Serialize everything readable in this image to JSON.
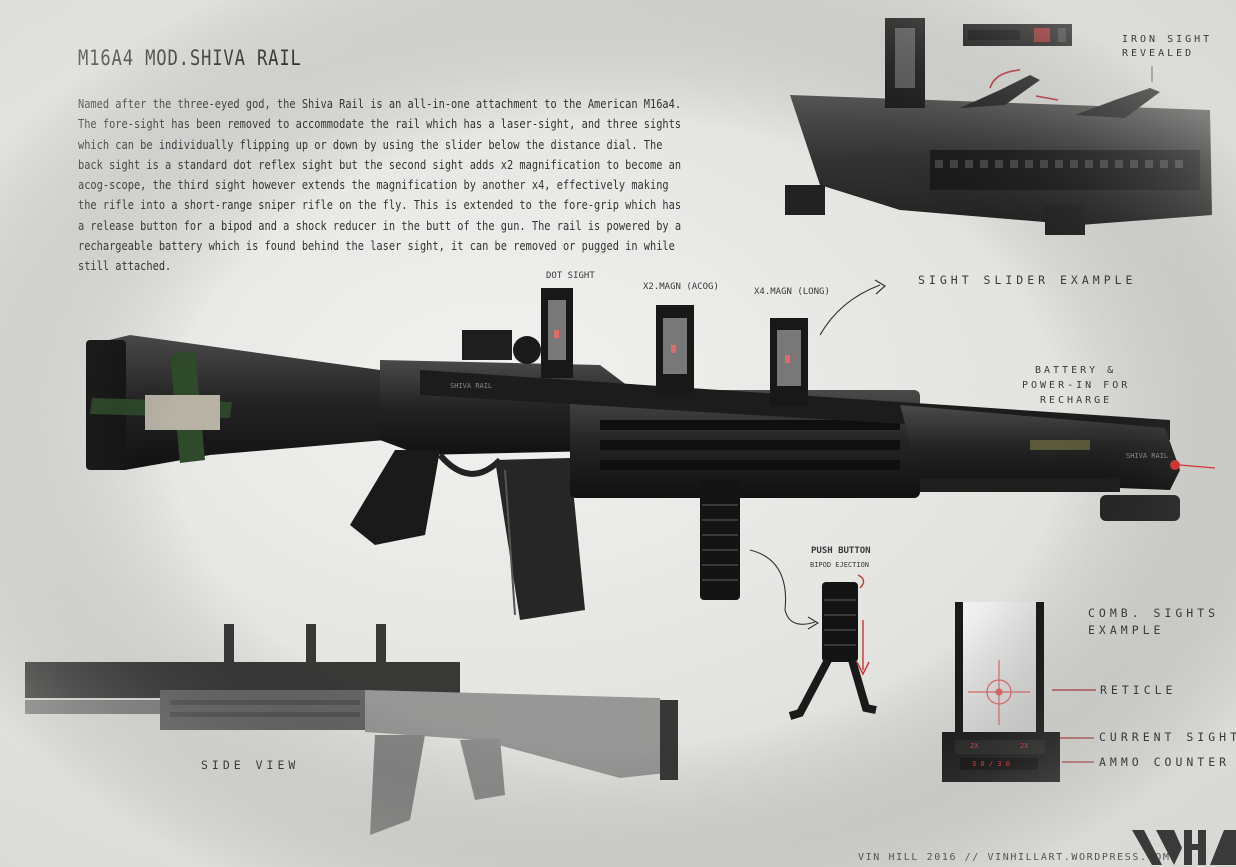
{
  "title": "M16A4 MOD.SHIVA RAIL",
  "description": "Named after the three-eyed god, the Shiva Rail is an all-in-one attachment to the American M16a4. The fore-sight has been removed to accommodate the rail which has a laser-sight, and three sights which can be individually flipping up or down by using the slider below the distance dial. The back sight is a standard dot reflex sight but the second sight adds x2 magnification to become an acog-scope, the third sight however extends the magnification by another x4, effectively making the rifle into a short-range sniper rifle on the fly. This is extended to the fore-grip which has a release button for a bipod and a shock reducer in the butt of the gun.  The rail is powered by a rechargeable battery which is found behind the laser sight, it can be removed or pugged in while still attached.",
  "labels": {
    "dot_sight": "DOT SIGHT",
    "x2_magn": "X2.MAGN (ACOG)",
    "x4_magn": "X4.MAGN (LONG)",
    "iron_sight_line1": "IRON SIGHT",
    "iron_sight_line2": "REVEALED",
    "sight_slider": "SIGHT SLIDER EXAMPLE",
    "battery_line1": "BATTERY &",
    "battery_line2": "POWER-IN FOR",
    "battery_line3": "RECHARGE",
    "push_button": "PUSH BUTTON",
    "bipod_ejection": "BIPOD EJECTION",
    "comb_sights_line1": "COMB. SIGHTS",
    "comb_sights_line2": "EXAMPLE",
    "reticle": "RETICLE",
    "current_sight": "CURRENT SIGHT",
    "ammo_counter": "AMMO COUNTER",
    "side_view": "SIDE VIEW",
    "rail_engraving": "SHIVA RAIL",
    "sight_readout_left": "2X",
    "sight_readout_right": "2X",
    "ammo_readout": "3 0 / 3 0"
  },
  "footer": "VIN HILL 2016 // VINHILLART.WORDPRESS.COM",
  "colors": {
    "background": "#e4e4e1",
    "metal_dark": "#1c1c1c",
    "metal_mid": "#3a3a3a",
    "laser_red": "#e03030",
    "strap_green": "#2f4a2a",
    "reticle_red": "#e06b6b"
  }
}
